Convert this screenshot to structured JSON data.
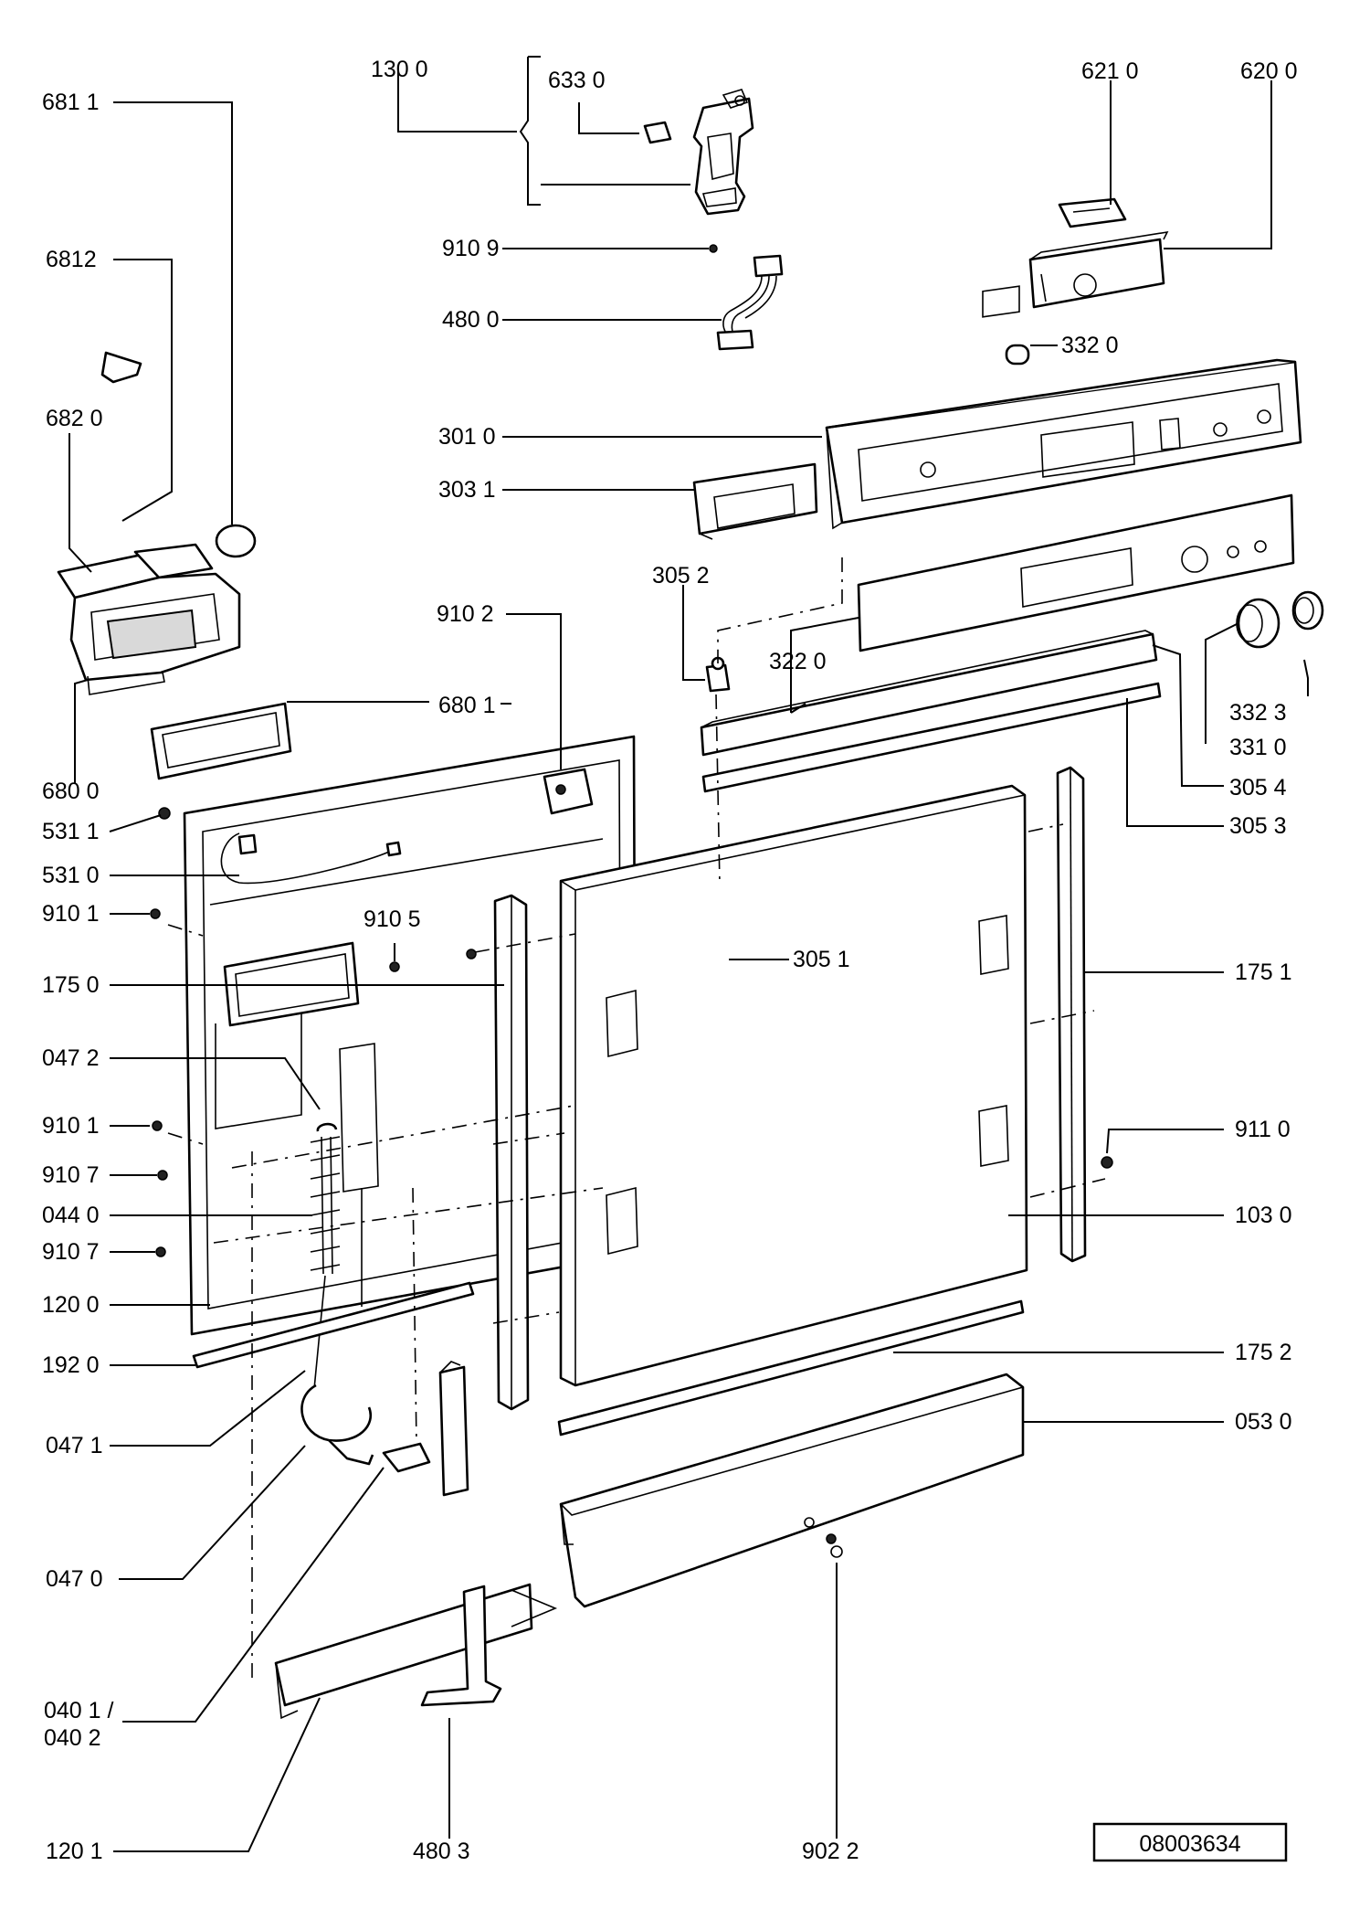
{
  "drawing": {
    "reference_number": "08003634"
  },
  "labels": [
    {
      "id": "l6811",
      "text": "681 1"
    },
    {
      "id": "l6812",
      "text": "6812"
    },
    {
      "id": "l6820",
      "text": "682 0"
    },
    {
      "id": "l6800",
      "text": "680 0"
    },
    {
      "id": "l6801",
      "text": "680 1"
    },
    {
      "id": "l1300",
      "text": "130 0"
    },
    {
      "id": "l6330",
      "text": "633 0"
    },
    {
      "id": "l9109",
      "text": "910 9"
    },
    {
      "id": "l4800",
      "text": "480 0"
    },
    {
      "id": "l6210",
      "text": "621 0"
    },
    {
      "id": "l6200",
      "text": "620 0"
    },
    {
      "id": "l3320",
      "text": "332 0"
    },
    {
      "id": "l3010",
      "text": "301 0"
    },
    {
      "id": "l3031",
      "text": "303 1"
    },
    {
      "id": "l3052",
      "text": "305 2"
    },
    {
      "id": "l3220",
      "text": "322 0"
    },
    {
      "id": "l9102",
      "text": "910 2"
    },
    {
      "id": "l3323",
      "text": "332 3"
    },
    {
      "id": "l3310",
      "text": "331 0"
    },
    {
      "id": "l3054",
      "text": "305 4"
    },
    {
      "id": "l3053",
      "text": "305 3"
    },
    {
      "id": "l5311",
      "text": "531 1"
    },
    {
      "id": "l5310",
      "text": "531 0"
    },
    {
      "id": "l9101a",
      "text": "910 1"
    },
    {
      "id": "l9105",
      "text": "910 5"
    },
    {
      "id": "l3051",
      "text": "305 1"
    },
    {
      "id": "l1751",
      "text": "175 1"
    },
    {
      "id": "l1750",
      "text": "175 0"
    },
    {
      "id": "l0472",
      "text": "047 2"
    },
    {
      "id": "l9101b",
      "text": "910 1"
    },
    {
      "id": "l9110",
      "text": "911 0"
    },
    {
      "id": "l9107a",
      "text": "910 7"
    },
    {
      "id": "l0440",
      "text": "044 0"
    },
    {
      "id": "l1030",
      "text": "103 0"
    },
    {
      "id": "l9107b",
      "text": "910 7"
    },
    {
      "id": "l1200",
      "text": "120 0"
    },
    {
      "id": "l1920",
      "text": "192 0"
    },
    {
      "id": "l1752",
      "text": "175 2"
    },
    {
      "id": "l0471",
      "text": "047 1"
    },
    {
      "id": "l0530",
      "text": "053 0"
    },
    {
      "id": "l0470",
      "text": "047 0"
    },
    {
      "id": "l0401",
      "text": "040 1 /"
    },
    {
      "id": "l0402",
      "text": "040 2"
    },
    {
      "id": "l1201",
      "text": "120 1"
    },
    {
      "id": "l4803",
      "text": "480 3"
    },
    {
      "id": "l9022",
      "text": "902 2"
    }
  ]
}
